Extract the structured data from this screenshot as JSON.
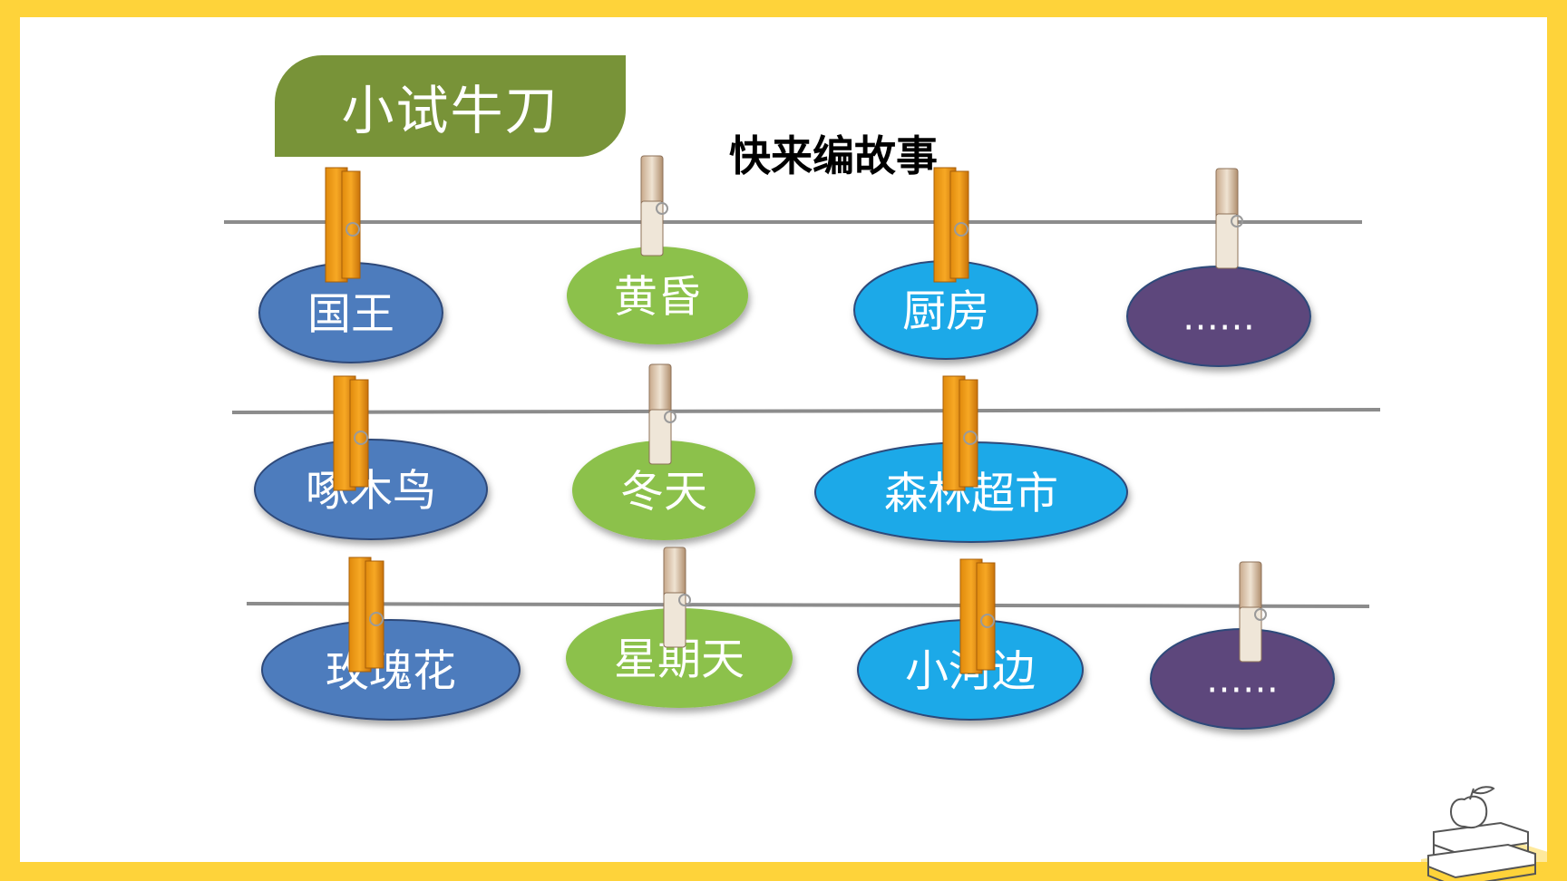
{
  "slide": {
    "tab_label": "小试牛刀",
    "subtitle": "快来编故事"
  },
  "rows": [
    {
      "tags": [
        {
          "label": "国王",
          "color": "#4d7cbd",
          "clip": "orange"
        },
        {
          "label": "黄昏",
          "color": "#8cc14b",
          "clip": "wood"
        },
        {
          "label": "厨房",
          "color": "#1aa9e8",
          "clip": "orange"
        },
        {
          "label": "……",
          "color": "#5d477c",
          "clip": "wood"
        }
      ]
    },
    {
      "tags": [
        {
          "label": "啄木鸟",
          "color": "#4d7cbd",
          "clip": "orange"
        },
        {
          "label": "冬天",
          "color": "#8cc14b",
          "clip": "wood"
        },
        {
          "label": "森林超市",
          "color": "#1aa9e8",
          "clip": "orange"
        }
      ]
    },
    {
      "tags": [
        {
          "label": "玫瑰花",
          "color": "#4d7cbd",
          "clip": "orange"
        },
        {
          "label": "星期天",
          "color": "#8cc14b",
          "clip": "wood"
        },
        {
          "label": "小河边",
          "color": "#1aa9e8",
          "clip": "orange"
        },
        {
          "label": "……",
          "color": "#5d477c",
          "clip": "wood"
        }
      ]
    }
  ],
  "icons": {
    "decoration": "apple-on-books-icon"
  }
}
